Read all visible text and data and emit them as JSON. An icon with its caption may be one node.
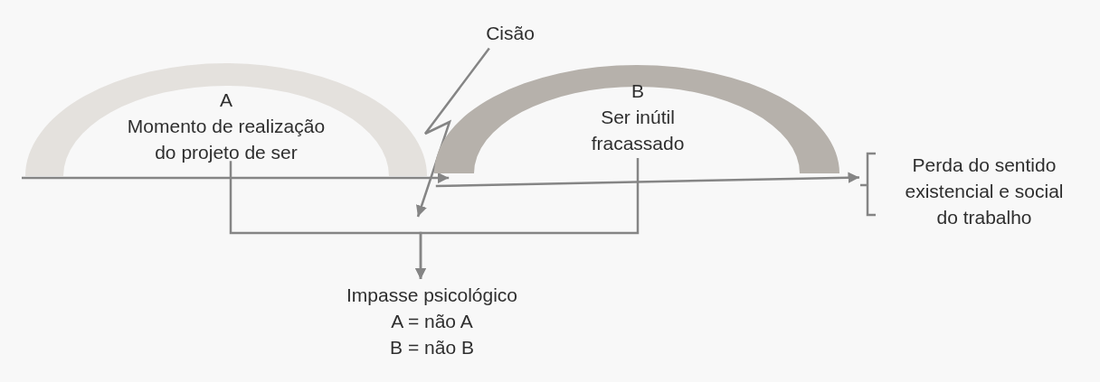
{
  "diagram": {
    "nodes": [
      {
        "text": [
          "A",
          "Momento de realização do projeto de ser"
        ]
      },
      {
        "text": [
          "B",
          "Ser inútil fracassado"
        ]
      },
      {
        "text": [
          "Perda do sentido existencial e social do trabalho"
        ]
      },
      {
        "text": [
          "Cisão"
        ]
      },
      {
        "text": [
          "Impasse psicológico",
          "A = não A",
          "B = não B"
        ]
      }
    ],
    "edges": [
      {
        "from": 0,
        "to": 1,
        "arrow": "to"
      },
      {
        "from": 1,
        "to": 2,
        "arrow": "to"
      },
      {
        "from": 3,
        "to": null,
        "arrow": "to"
      },
      {
        "from": 0,
        "to": 4,
        "arrow": "to"
      },
      {
        "from": 1,
        "to": 4,
        "arrow": "to"
      }
    ]
  }
}
